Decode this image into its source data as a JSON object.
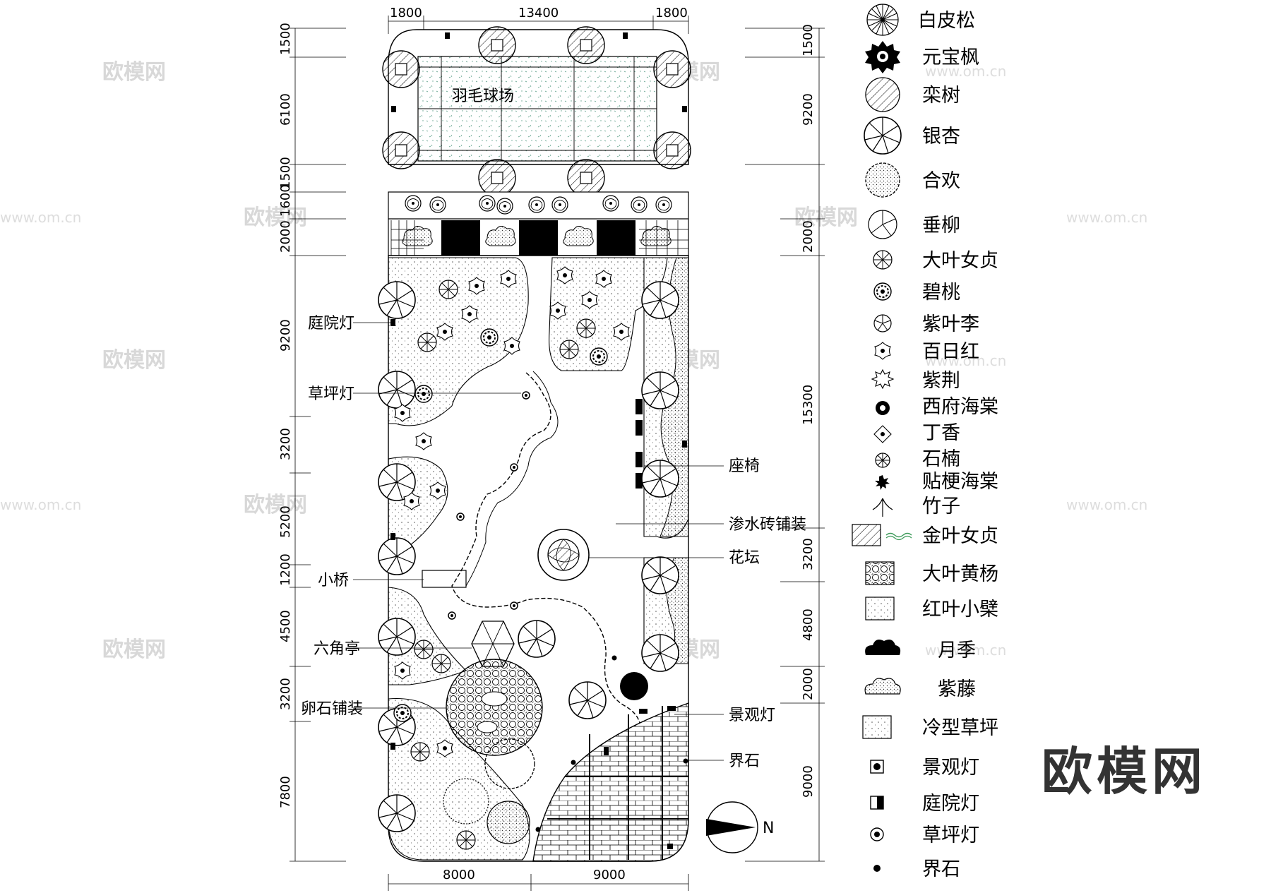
{
  "dimensions": {
    "top": [
      "1800",
      "13400",
      "1800"
    ],
    "bottom": [
      "8000",
      "9000"
    ],
    "left": [
      "1500",
      "6100",
      "1500",
      "1600",
      "2000",
      "9200",
      "3200",
      "5200",
      "1200",
      "4500",
      "3200",
      "7800"
    ],
    "right": [
      "1500",
      "9200",
      "2000",
      "15300",
      "3200",
      "4800",
      "2000",
      "9000"
    ]
  },
  "labels": {
    "badminton_court": "羽毛球场",
    "courtyard_light": "庭院灯",
    "lawn_light": "草坪灯",
    "small_bridge": "小桥",
    "hexagonal_pavilion": "六角亭",
    "pebble_paving": "卵石铺装",
    "bench": "座椅",
    "permeable_paving": "渗水砖铺装",
    "flower_bed": "花坛",
    "landscape_light": "景观灯",
    "boundary_stone": "界石"
  },
  "legend": [
    {
      "label": "白皮松",
      "icon": "lacebark-pine-icon"
    },
    {
      "label": "元宝枫",
      "icon": "shantung-maple-icon"
    },
    {
      "label": "栾树",
      "icon": "goldenrain-tree-icon"
    },
    {
      "label": "银杏",
      "icon": "ginkgo-icon"
    },
    {
      "label": "合欢",
      "icon": "silk-tree-icon"
    },
    {
      "label": "垂柳",
      "icon": "weeping-willow-icon"
    },
    {
      "label": "大叶女贞",
      "icon": "glossy-privet-icon"
    },
    {
      "label": "碧桃",
      "icon": "peach-icon"
    },
    {
      "label": "紫叶李",
      "icon": "purple-plum-icon"
    },
    {
      "label": "百日红",
      "icon": "crape-myrtle-icon"
    },
    {
      "label": "紫荆",
      "icon": "redbud-icon"
    },
    {
      "label": "西府海棠",
      "icon": "crabapple-icon"
    },
    {
      "label": "丁香",
      "icon": "lilac-icon"
    },
    {
      "label": "石楠",
      "icon": "photinia-icon"
    },
    {
      "label": "贴梗海棠",
      "icon": "flowering-quince-icon"
    },
    {
      "label": "竹子",
      "icon": "bamboo-icon"
    },
    {
      "label": "金叶女贞",
      "icon": "golden-privet-icon"
    },
    {
      "label": "大叶黄杨",
      "icon": "boxwood-icon"
    },
    {
      "label": "红叶小檗",
      "icon": "barberry-icon"
    },
    {
      "label": "月季",
      "icon": "rose-icon"
    },
    {
      "label": "紫藤",
      "icon": "wisteria-icon"
    },
    {
      "label": "冷型草坪",
      "icon": "lawn-icon"
    },
    {
      "label": "景观灯",
      "icon": "landscape-light-icon"
    },
    {
      "label": "庭院灯",
      "icon": "courtyard-light-icon"
    },
    {
      "label": "草坪灯",
      "icon": "lawn-light-icon"
    },
    {
      "label": "界石",
      "icon": "boundary-stone-icon"
    }
  ],
  "north_label": "N",
  "watermark": "欧模网",
  "watermark_url": "www.om.cn",
  "brand": "欧模网"
}
